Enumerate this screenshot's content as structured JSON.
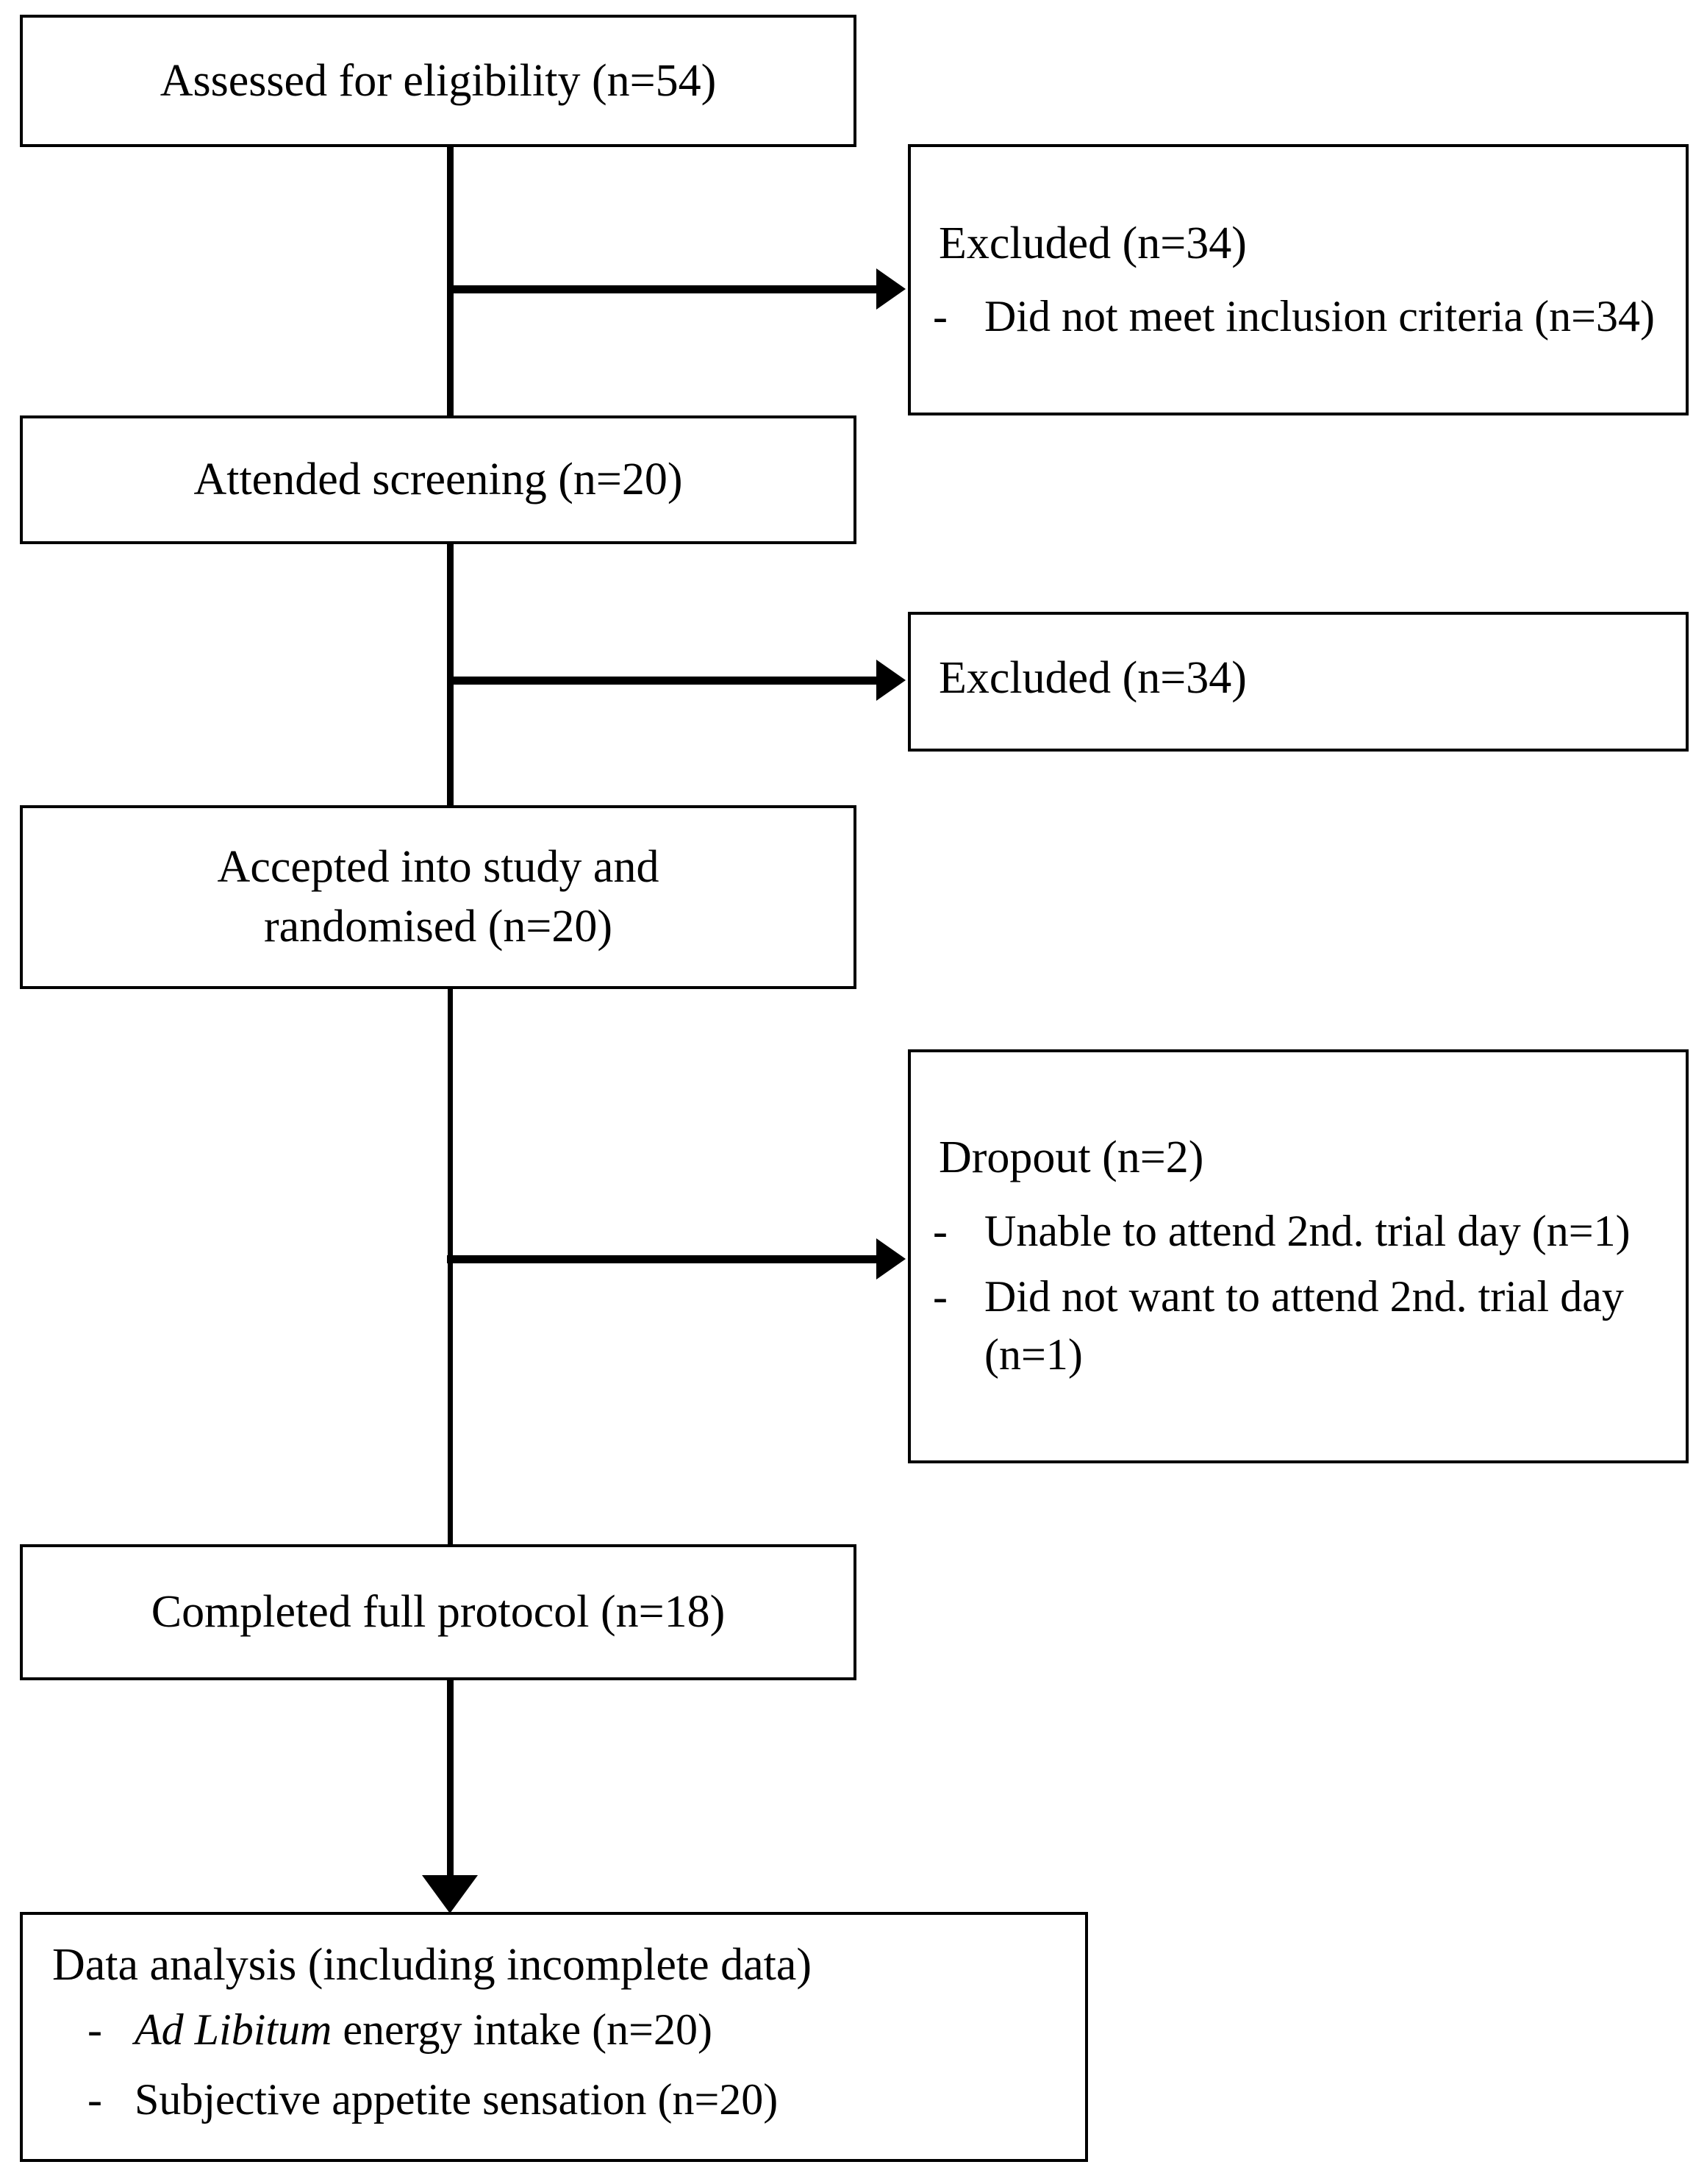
{
  "diagram": {
    "title": "CONSORT participant flow diagram",
    "stroke_color": "#000000",
    "background_color": "#ffffff"
  },
  "nodes": {
    "assessed": {
      "text": "Assessed for eligibility (n=54)"
    },
    "excluded_1": {
      "heading": "Excluded (n=34)",
      "bullets": [
        {
          "marker": "-",
          "text": "Did not meet inclusion criteria (n=34)"
        }
      ]
    },
    "attended_screening": {
      "text": "Attended screening (n=20)"
    },
    "excluded_2": {
      "heading": "Excluded (n=34)",
      "bullets": []
    },
    "accepted": {
      "line1": "Accepted into study and",
      "line2": "randomised (n=20)"
    },
    "dropout": {
      "heading": "Dropout (n=2)",
      "bullets": [
        {
          "marker": "-",
          "text": "Unable to attend 2nd. trial day (n=1)"
        },
        {
          "marker": "-",
          "text": "Did not want to attend 2nd. trial day (n=1)"
        }
      ]
    },
    "completed": {
      "text": "Completed full protocol (n=18)"
    },
    "data_analysis": {
      "heading": "Data analysis (including incomplete data)",
      "bullets": [
        {
          "marker": "-",
          "italic_prefix": "Ad Libitum",
          "text": " energy intake (n=20)"
        },
        {
          "marker": "-",
          "italic_prefix": "",
          "text": "Subjective appetite sensation (n=20)"
        }
      ]
    }
  }
}
